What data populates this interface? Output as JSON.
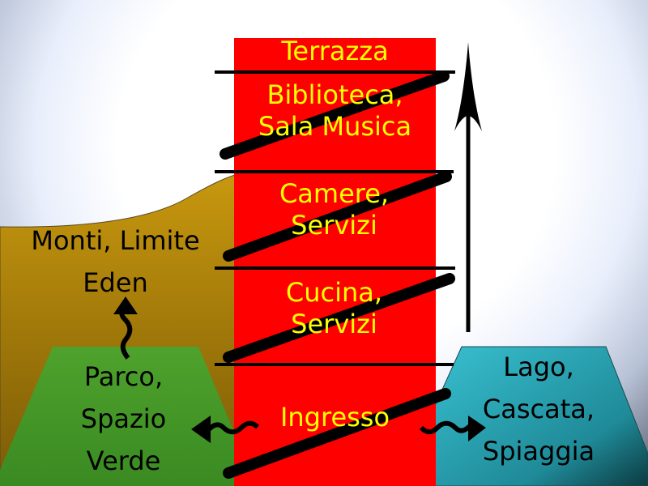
{
  "diagram": {
    "building": {
      "color": "#ff0000",
      "text_color": "#ffff00",
      "floors": [
        {
          "id": "terrace",
          "label": "Terrazza"
        },
        {
          "id": "floor3",
          "label": "Biblioteca, Sala Musica"
        },
        {
          "id": "floor2",
          "label": "Camere, Servizi"
        },
        {
          "id": "floor1",
          "label": "Cucina, Servizi"
        },
        {
          "id": "ground",
          "label": "Ingresso"
        }
      ]
    },
    "surroundings": {
      "mountains": {
        "label_line1": "Monti, Limite",
        "label_line2": "Eden",
        "color": "#c09010"
      },
      "park": {
        "label_line1": "Parco,",
        "label_line2": "Spazio",
        "label_line3": "Verde",
        "color": "#4a9e2a"
      },
      "lake": {
        "label_line1": "Lago,",
        "label_line2": "Cascata,",
        "label_line3": "Spiaggia",
        "color": "#2fb4c4"
      }
    },
    "arrows": [
      {
        "name": "up-arrow",
        "direction": "up"
      },
      {
        "name": "wavy-arrow-to-mountains",
        "direction": "up"
      },
      {
        "name": "wavy-arrow-to-park",
        "direction": "left"
      },
      {
        "name": "wavy-arrow-to-lake",
        "direction": "right"
      }
    ]
  }
}
